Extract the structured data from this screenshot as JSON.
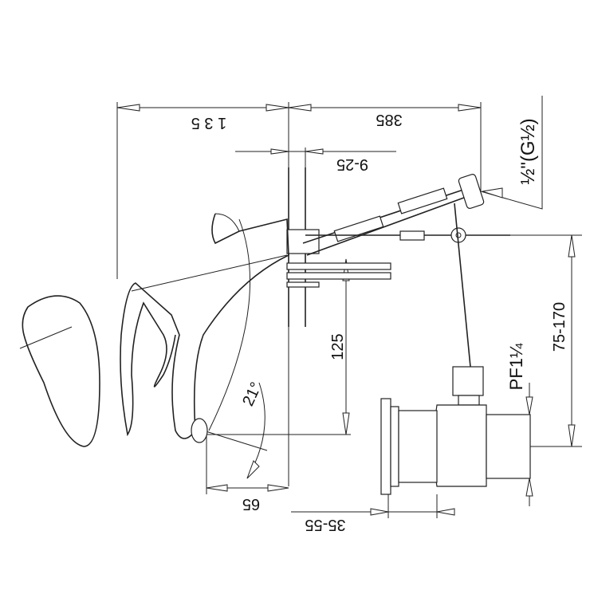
{
  "dimensions": {
    "d135": "1 3 5",
    "d385": "385",
    "d9_25": "9-25",
    "thread_inlet": "½\"(G½)",
    "d125": "125",
    "angle": "21°",
    "d65": "65",
    "d35_55": "35-55",
    "thread_drain": "PF1¼",
    "d75_170": "75-170"
  },
  "colors": {
    "line": "#222222",
    "background": "#ffffff"
  }
}
